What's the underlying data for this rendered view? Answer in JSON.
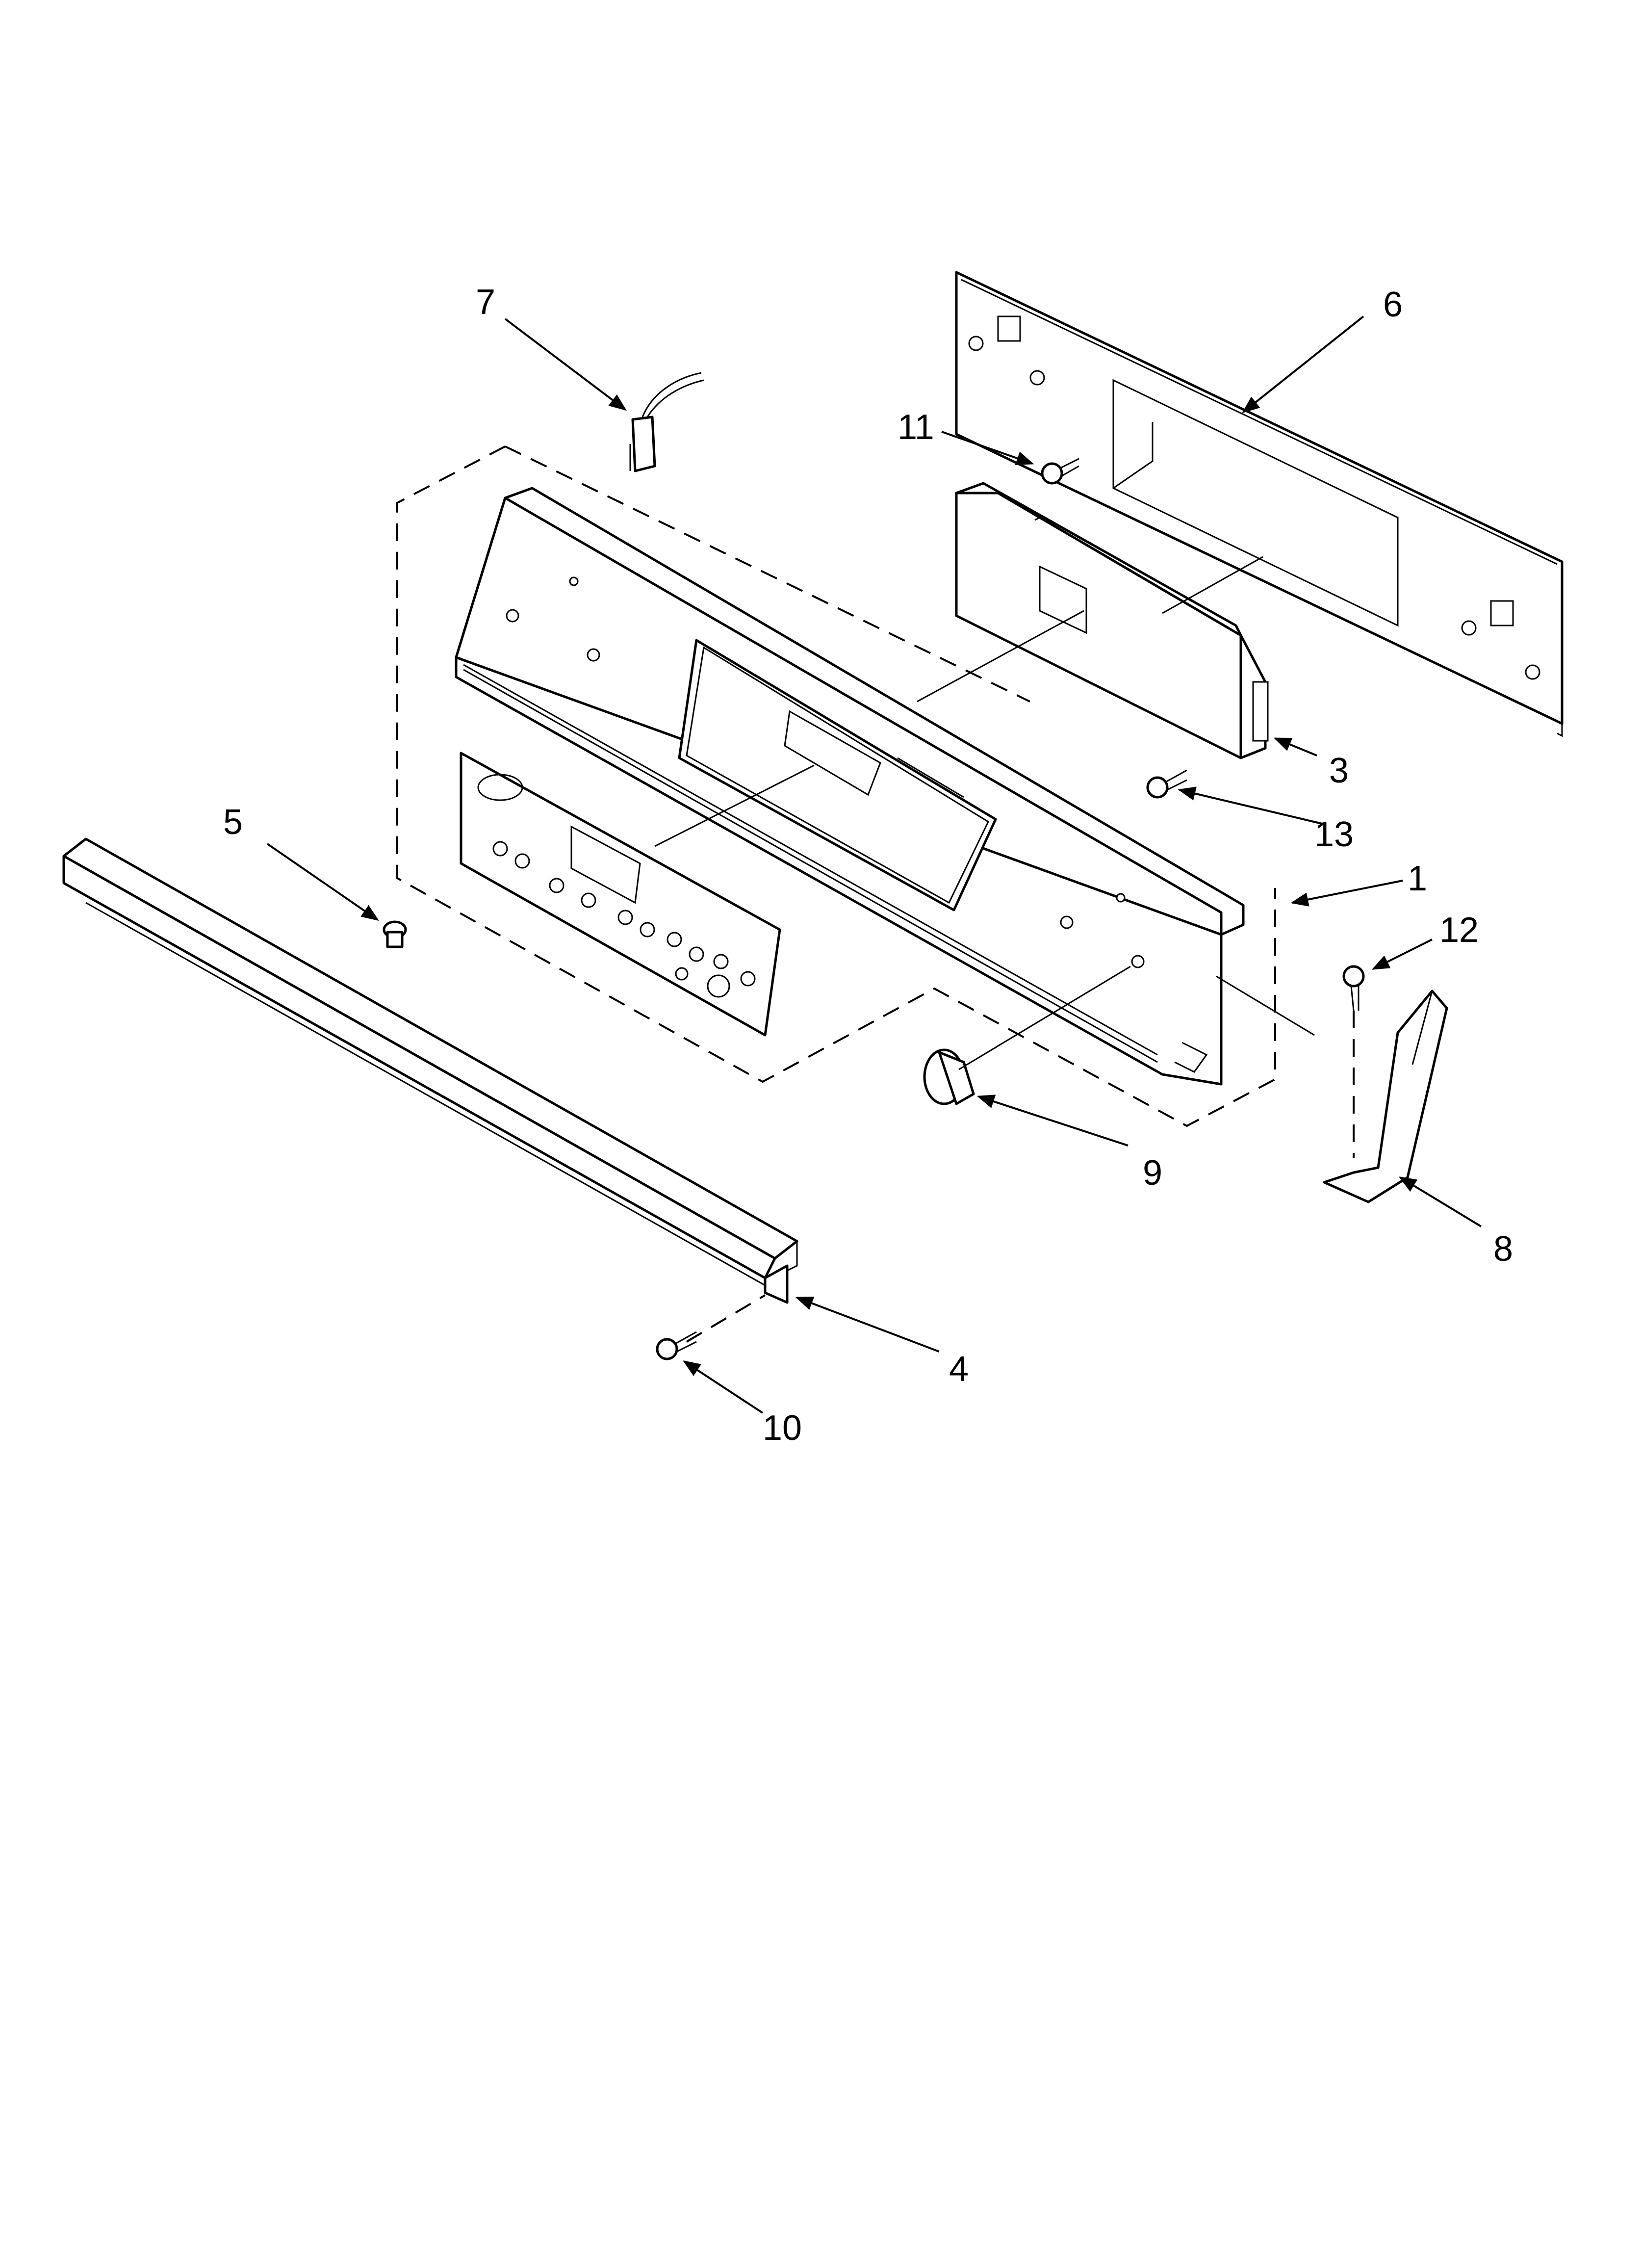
{
  "callouts": {
    "c1": "1",
    "c3": "3",
    "c4": "4",
    "c5": "5",
    "c6": "6",
    "c7": "7",
    "c8": "8",
    "c9": "9",
    "c10": "10",
    "c11": "11",
    "c12": "12",
    "c13": "13"
  },
  "colors": {
    "ink": "#000000",
    "paper": "#ffffff"
  }
}
